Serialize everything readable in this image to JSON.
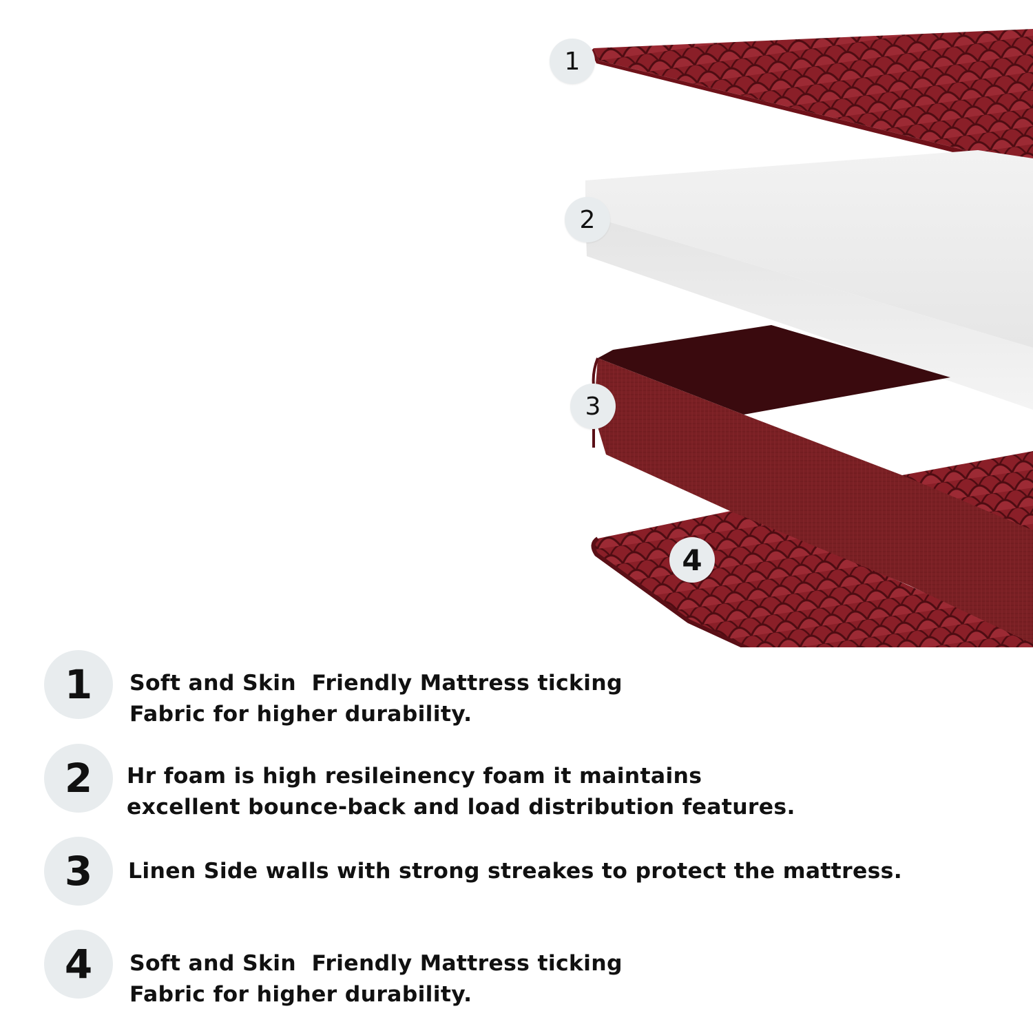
{
  "colors": {
    "maroon": "#8a1f28",
    "maroon_dark": "#5a0f16",
    "linen": "#7a2024",
    "foam": "#efefef",
    "badge_bg": "#e8ecee",
    "text": "#111111"
  },
  "illustration": {
    "layers": [
      {
        "number": "1",
        "material": "quilted-fabric"
      },
      {
        "number": "2",
        "material": "hr-foam"
      },
      {
        "number": "3",
        "material": "linen-sidewall"
      },
      {
        "number": "4",
        "material": "quilted-fabric"
      }
    ]
  },
  "legend": [
    {
      "number": "1",
      "lines": [
        "Soft and Skin  Friendly Mattress ticking",
        "Fabric for higher durability."
      ]
    },
    {
      "number": "2",
      "lines": [
        "Hr foam is high resileinency foam it maintains",
        "excellent bounce-back and load distribution features."
      ]
    },
    {
      "number": "3",
      "lines": [
        "Linen Side walls with strong streakes to protect the mattress."
      ]
    },
    {
      "number": "4",
      "lines": [
        "Soft and Skin  Friendly Mattress ticking",
        "Fabric for higher durability."
      ]
    }
  ]
}
